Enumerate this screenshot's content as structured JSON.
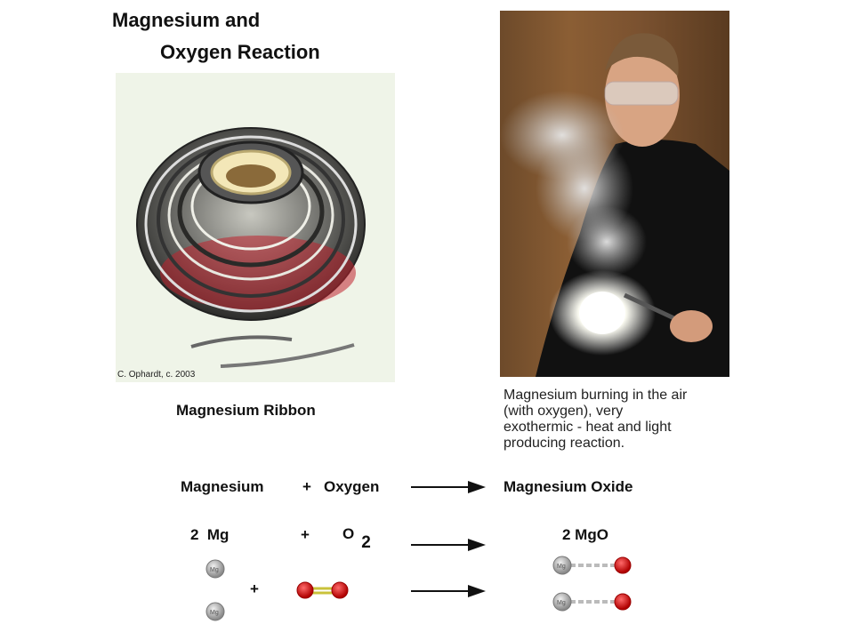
{
  "title": {
    "line1": "Magnesium and",
    "line2": "Oxygen Reaction"
  },
  "ribbon_photo": {
    "credit": "C. Ophardt, c. 2003",
    "caption": "Magnesium Ribbon"
  },
  "burning_photo": {
    "caption_lines": [
      "Magnesium burning in the air",
      "(with oxygen), very",
      "exothermic - heat and light",
      "producing reaction."
    ]
  },
  "word_equation": {
    "reactant1": "Magnesium",
    "plus": "+",
    "reactant2": "Oxygen",
    "product": "Magnesium Oxide"
  },
  "formula_equation": {
    "reactant1": "2  Mg",
    "plus": "+",
    "reactant2_base": "O",
    "reactant2_sub": "2",
    "product": "2 MgO"
  },
  "molecule_labels": {
    "mg_atom": "Mg"
  },
  "colors": {
    "oxygen_atom": "#dd1111",
    "magnesium_atom": "#9a9a9a",
    "bond": "#c9c23a",
    "arrow": "#111111"
  }
}
